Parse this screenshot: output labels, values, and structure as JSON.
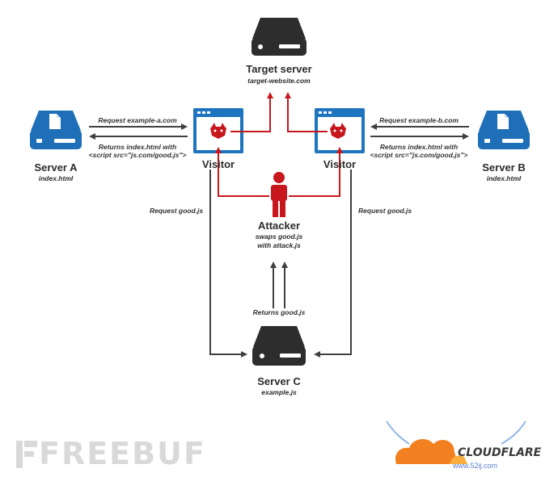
{
  "colors": {
    "server_dark": "#2d2d2d",
    "server_blue": "#1e6fb8",
    "attack_red": "#c8161d",
    "browser_blue": "#1f74bf",
    "arrow_gray": "#404040"
  },
  "icons": {
    "server": "server-icon",
    "browser": "browser-window-icon",
    "devil": "devil-icon",
    "attacker": "person-icon"
  },
  "nodes": {
    "target": {
      "title": "Target server",
      "sub": "target-website.com"
    },
    "server_a": {
      "title": "Server A",
      "sub": "index.html"
    },
    "server_b": {
      "title": "Server B",
      "sub": "index.html"
    },
    "visitor_left": {
      "title": "Visitor"
    },
    "visitor_right": {
      "title": "Visitor"
    },
    "attacker": {
      "title": "Attacker",
      "sub_line1": "swaps good.js",
      "sub_line2": "with attack.js"
    },
    "server_c": {
      "title": "Server C",
      "sub": "example.js"
    }
  },
  "edges": {
    "request_a": "Request example-a.com",
    "returns_a_line1": "Returns index.html with",
    "returns_a_line2": "<script src=\"js.com/good.js\">",
    "request_b": "Request example-b.com",
    "returns_b_line1": "Returns index.html with",
    "returns_b_line2": "<script src=\"js.com/good.js\">",
    "request_good_left": "Request good.js",
    "request_good_right": "Request good.js",
    "returns_good": "Returns good.js"
  },
  "watermark": "FREEBUF",
  "logo": {
    "brand": "CLOUDFLARE",
    "site": "www.52ij.com"
  }
}
